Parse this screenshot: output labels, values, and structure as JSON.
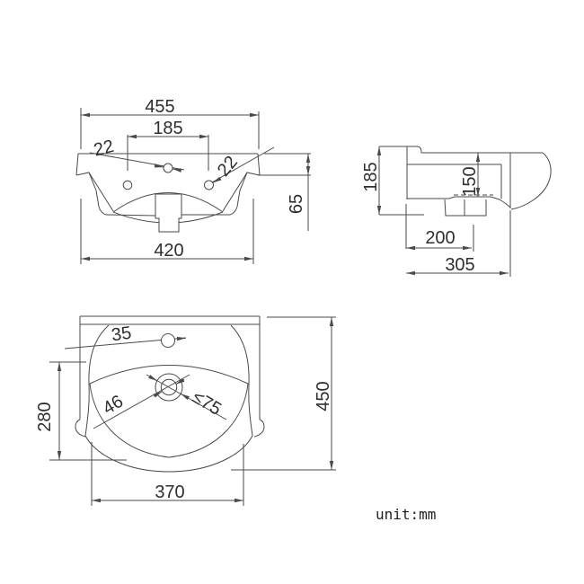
{
  "unit_note": "unit:mm",
  "front_view": {
    "overall_width": "455",
    "hole_spacing": "185",
    "hole_dia_left": "22",
    "hole_dia_right": "22",
    "rim_to_ledge": "65",
    "base_width": "420"
  },
  "side_view": {
    "mounting_height": "185",
    "basin_depth": "150",
    "drain_offset": "200",
    "overall_depth": "305"
  },
  "top_view": {
    "tap_hole_dia": "35",
    "bowl_depth_left": "280",
    "drain_hole_dia": "46",
    "trap_clearance": "≤75",
    "overall_front_depth": "450",
    "bowl_width": "370"
  }
}
